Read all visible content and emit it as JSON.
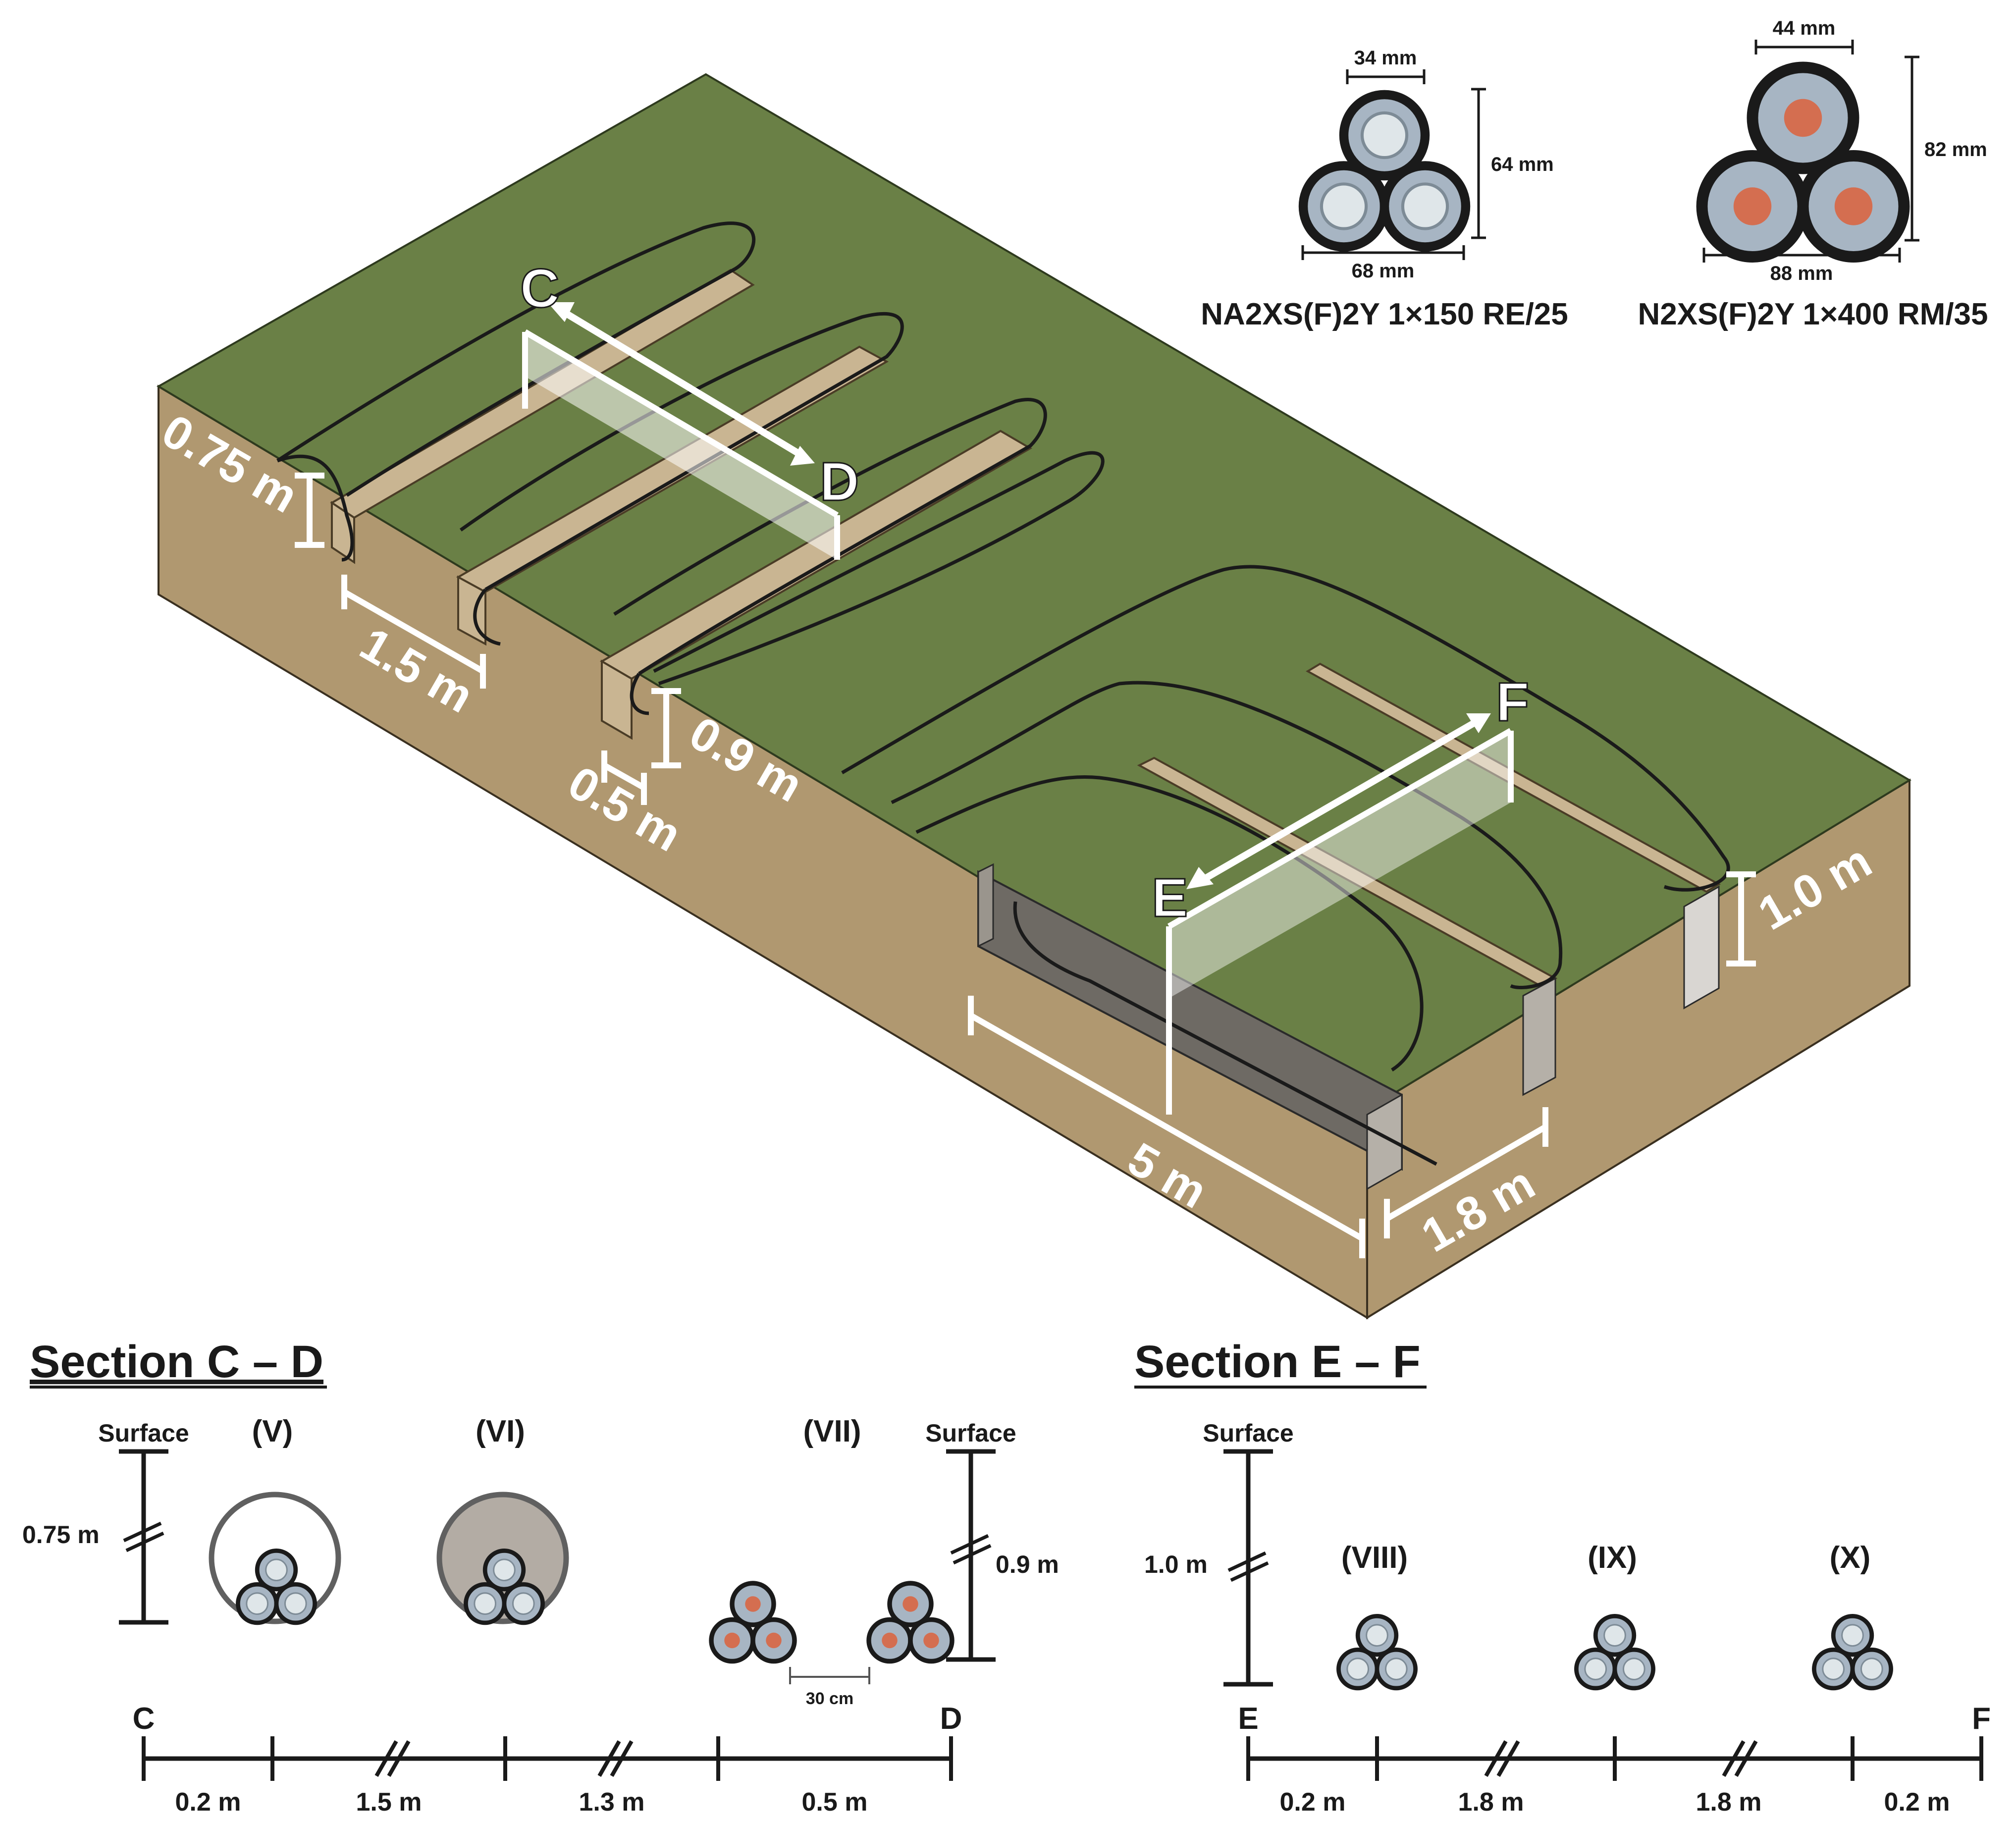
{
  "colors": {
    "grass": "#6a8046",
    "soil": "#b09870",
    "trench_wall": "#c9b592",
    "trench_dark": "#6e6a64",
    "cable_black": "#1a1a1a",
    "cable_gray": "#a7b5c3",
    "core_light": "#dfe6e9",
    "core_copper": "#d46e50",
    "conduit_fill": "#b3aca4",
    "section_line": "#1a1a1a"
  },
  "block_labels": {
    "c": "C",
    "d": "D",
    "e": "E",
    "f": "F",
    "depth_075": "0.75 m",
    "width_15": "1.5 m",
    "depth_09": "0.9 m",
    "width_05": "0.5 m",
    "depth_10": "1.0 m",
    "length_5": "5 m",
    "width_18": "1.8 m"
  },
  "cable_types": [
    {
      "name": "NA2XS(F)2Y 1×150 RE/25",
      "single_diameter": "34 mm",
      "height": "64 mm",
      "width": "68 mm",
      "core": "aluminium"
    },
    {
      "name": "N2XS(F)2Y 1×400 RM/35",
      "single_diameter": "44 mm",
      "height": "82 mm",
      "width": "88 mm",
      "core": "copper"
    }
  ],
  "section_cd": {
    "title": "Section C – D",
    "surface_left": "Surface",
    "surface_right": "Surface",
    "depth_left": "0.75 m",
    "depth_right": "0.9 m",
    "case_v": "(V)",
    "case_vi": "(VI)",
    "case_vii": "(VII)",
    "spacing": "30 cm",
    "start": "C",
    "end": "D",
    "segments": [
      "0.2 m",
      "1.5 m",
      "1.3 m",
      "0.5 m"
    ]
  },
  "section_ef": {
    "title": "Section E – F",
    "surface": "Surface",
    "depth": "1.0 m",
    "case_viii": "(VIII)",
    "case_ix": "(IX)",
    "case_x": "(X)",
    "start": "E",
    "end": "F",
    "segments": [
      "0.2 m",
      "1.8 m",
      "1.8 m",
      "0.2 m"
    ]
  }
}
